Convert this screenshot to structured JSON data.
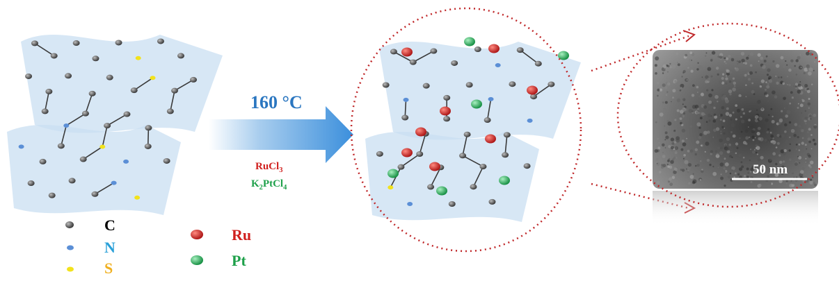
{
  "reaction": {
    "temperature": "160 °C",
    "reagent_1": {
      "main": "RuCl",
      "sub": "3",
      "color": "#d0201e"
    },
    "reagent_2": {
      "pre": "K",
      "sub1": "2",
      "mid": "PtCl",
      "sub2": "4",
      "color": "#1ea04a"
    },
    "temp_color": "#2a76c0"
  },
  "legend": {
    "carbon": {
      "label": "C",
      "color": "#000000"
    },
    "nitrogen": {
      "label": "N",
      "color": "#2aa0d8"
    },
    "sulfur": {
      "label": "S",
      "color": "#f0b020"
    },
    "ruthenium": {
      "label": "Ru",
      "color": "#d0201e"
    },
    "platinum": {
      "label": "Pt",
      "color": "#1ea04a"
    }
  },
  "tem": {
    "scale_bar": "50 nm"
  },
  "colors": {
    "sheet": "#c9dff2",
    "atom_c": "#4a4a4a",
    "atom_n": "#5b8fd6",
    "atom_s": "#f2e21c",
    "dots": "#c0282a"
  }
}
